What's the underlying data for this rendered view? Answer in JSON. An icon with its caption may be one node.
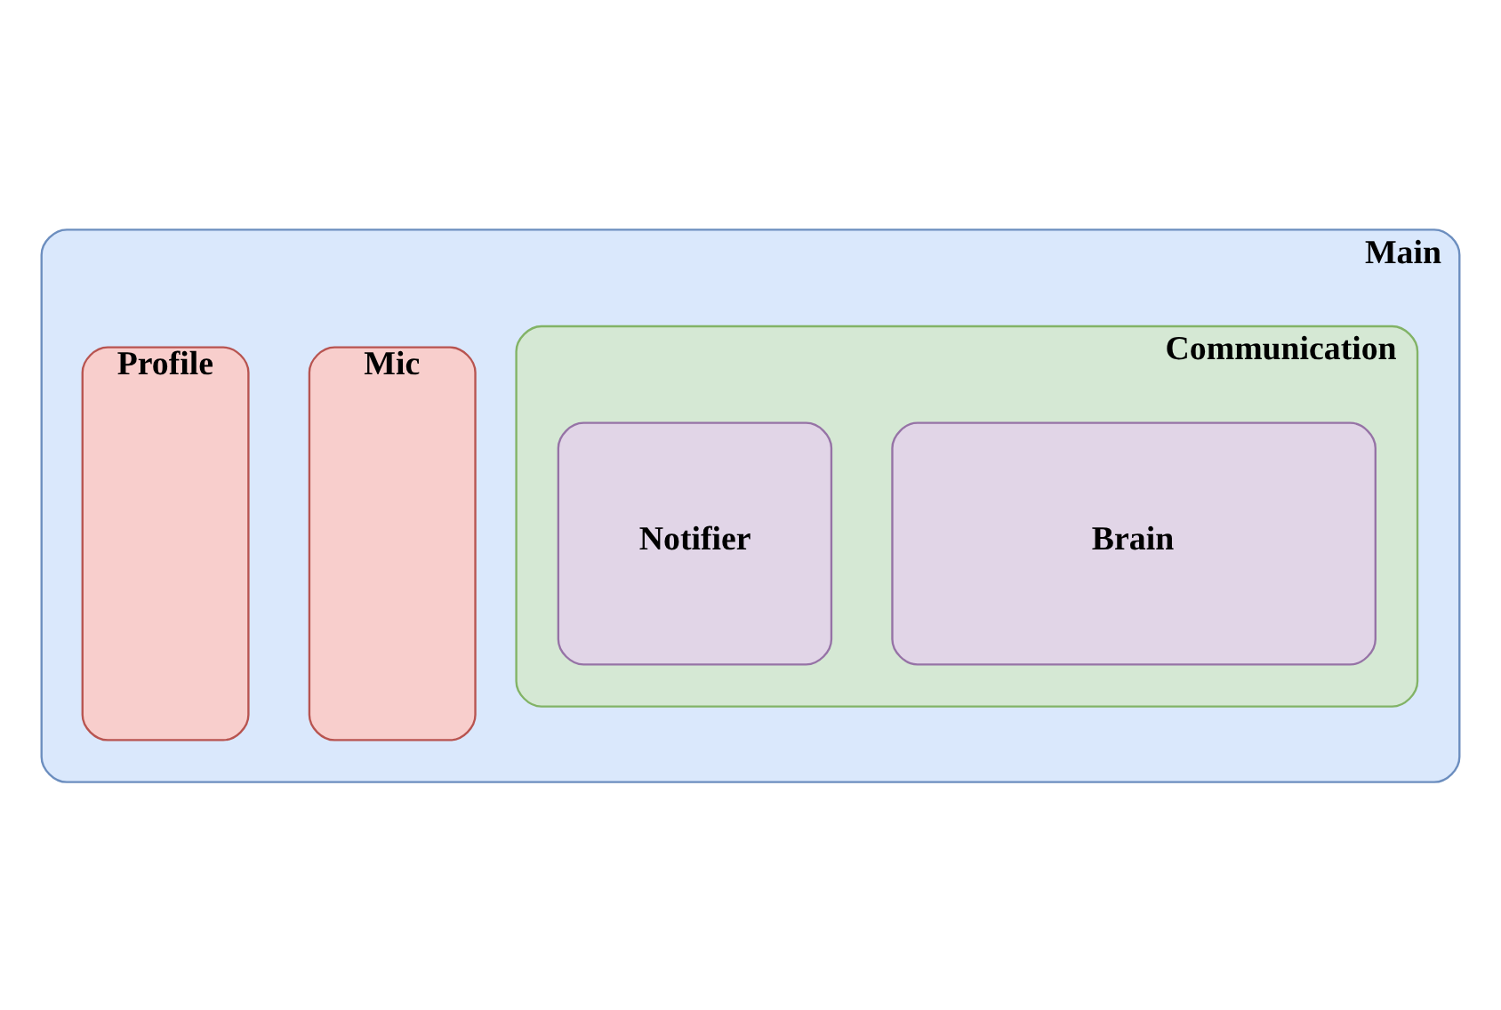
{
  "diagram": {
    "nodes": [
      {
        "text": [
          "Main"
        ]
      },
      {
        "text": [
          "Mic"
        ],
        "in": 0
      },
      {
        "text": [
          "Profile"
        ],
        "in": 0
      },
      {
        "text": [
          "Communication"
        ],
        "in": 0
      },
      {
        "text": [
          "Brain"
        ],
        "in": 3
      },
      {
        "text": [
          "Notifier"
        ],
        "in": 3
      }
    ]
  }
}
